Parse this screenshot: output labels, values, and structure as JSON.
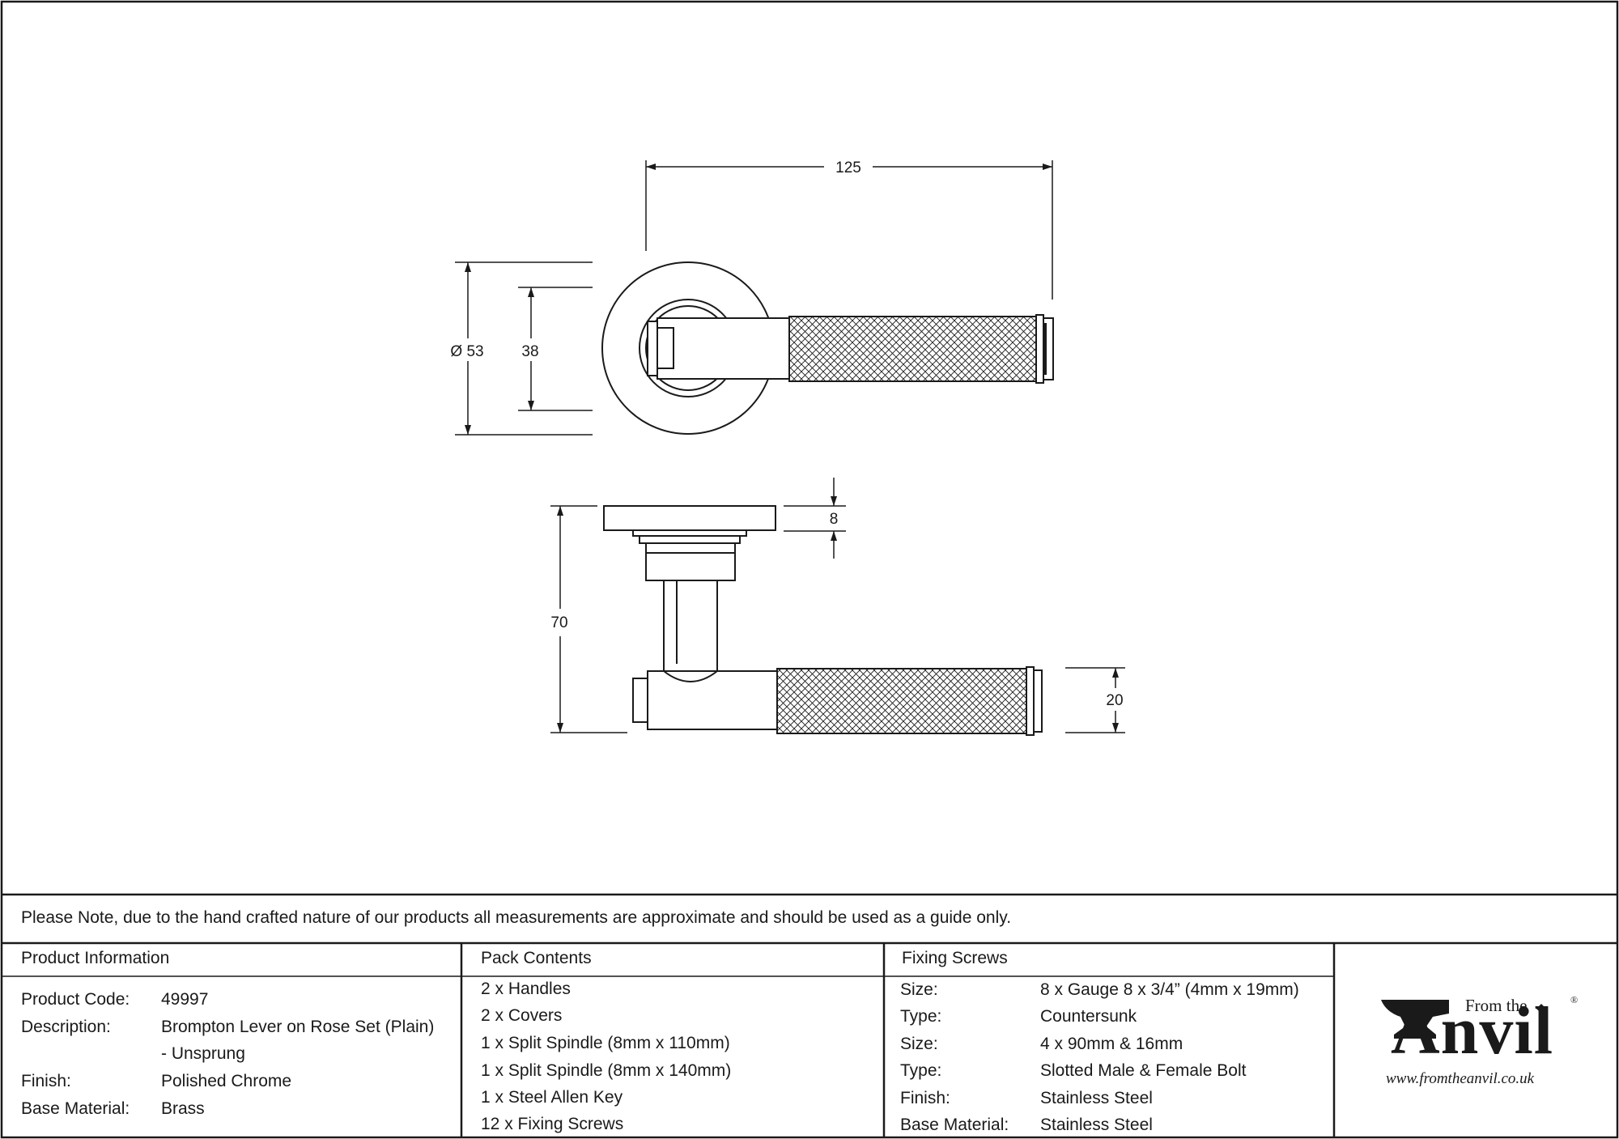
{
  "dimensions": {
    "overall_length": "125",
    "rose_diameter": "Ø 53",
    "inner_diameter": "38",
    "rose_thickness": "8",
    "projection": "70",
    "grip_diameter": "20"
  },
  "note": "Please Note, due to the hand crafted nature of our products all measurements are approximate and should be used as a guide only.",
  "product_info": {
    "title": "Product Information",
    "rows": [
      {
        "label": "Product Code:",
        "value": "49997"
      },
      {
        "label": "Description:",
        "value": "Brompton Lever on Rose Set (Plain)"
      },
      {
        "label": "",
        "value": "- Unsprung"
      },
      {
        "label": "Finish:",
        "value": "Polished Chrome"
      },
      {
        "label": "Base Material:",
        "value": "Brass"
      }
    ]
  },
  "pack_contents": {
    "title": "Pack Contents",
    "items": [
      "2 x Handles",
      "2 x Covers",
      "1 x Split Spindle (8mm x 110mm)",
      "1 x Split Spindle (8mm x 140mm)",
      "1 x Steel Allen Key",
      "12 x Fixing Screws"
    ]
  },
  "fixing_screws": {
    "title": "Fixing Screws",
    "rows": [
      {
        "label": "Size:",
        "value": "8 x Gauge 8 x 3/4” (4mm x 19mm)"
      },
      {
        "label": "Type:",
        "value": "Countersunk"
      },
      {
        "label": "Size:",
        "value": "4 x 90mm & 16mm"
      },
      {
        "label": "Type:",
        "value": "Slotted Male & Female Bolt"
      },
      {
        "label": "Finish:",
        "value": "Stainless Steel"
      },
      {
        "label": "Base Material:",
        "value": "Stainless Steel"
      }
    ]
  },
  "logo": {
    "from_the": "From the",
    "name": "Anvil",
    "registered": "®",
    "url": "www.fromtheanvil.co.uk"
  }
}
